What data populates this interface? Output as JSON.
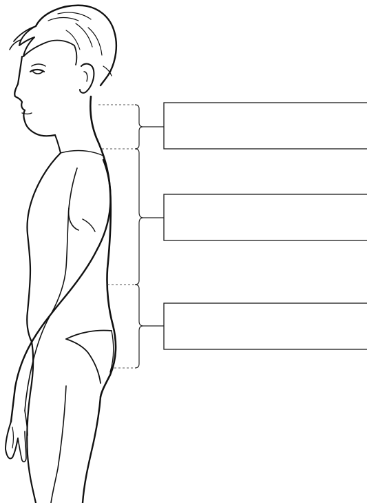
{
  "diagram": {
    "colors": {
      "ink": "#111111",
      "background": "#ffffff",
      "box_border": "#1a1a1a"
    },
    "label_boxes": [
      {
        "id": "upper",
        "text": ""
      },
      {
        "id": "middle",
        "text": ""
      },
      {
        "id": "lower",
        "text": ""
      }
    ]
  }
}
